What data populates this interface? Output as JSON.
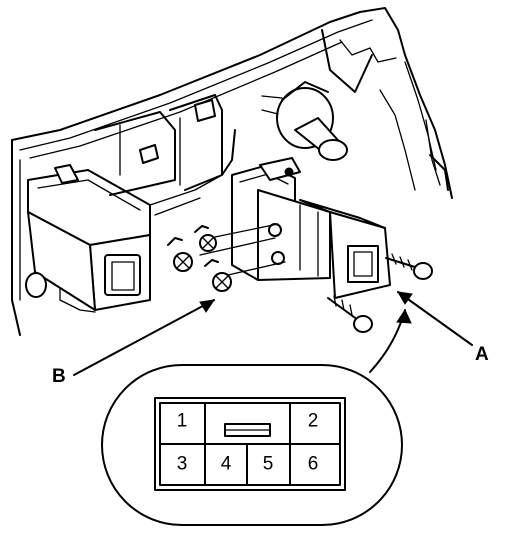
{
  "callouts": {
    "a": "A",
    "b": "B"
  },
  "connector": {
    "pins": [
      "1",
      "2",
      "3",
      "4",
      "5",
      "6"
    ]
  }
}
